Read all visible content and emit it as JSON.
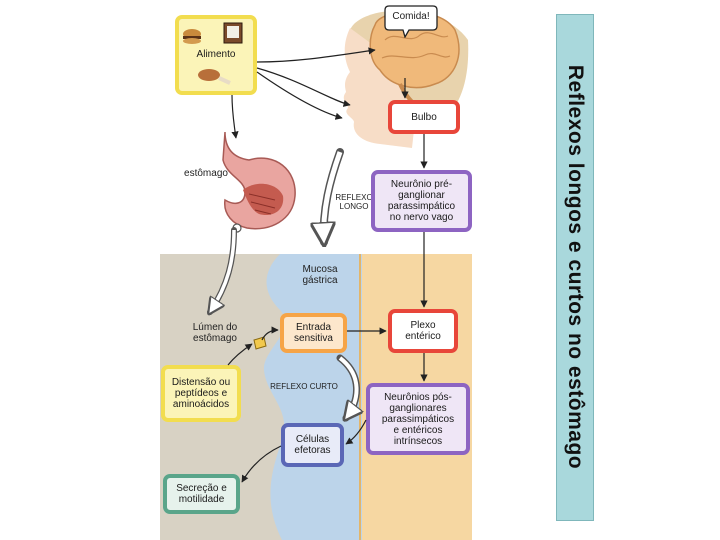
{
  "title": "Reflexos longos e curtos no estômago",
  "labels": {
    "food": "Alimento",
    "speech": "Comida!",
    "stomach": "estômago",
    "long_reflex": "REFLEXO\nLONGO",
    "short_reflex": "REFLEXO CURTO",
    "mucosa": "Mucosa\ngástrica",
    "lumen": "Lúmen do\nestômago"
  },
  "boxes": {
    "bulb": "Bulbo",
    "preganglionic": "Neurônio pré-\nganglionar\nparassimpático\nno nervo vago",
    "plexus": "Plexo\nentérico",
    "postganglionic": "Neurônios pós-\nganglionares\nparassimpáticos\ne entéricos\nintrínsecos",
    "sensory": "Entrada\nsensitiva",
    "stimuli": "Distensão ou\npeptídeos e\naminoácidos",
    "effectors": "Células\nefetoras",
    "secretion": "Secreção e\nmotilidade"
  },
  "colors": {
    "panel": "#a9d8dc",
    "lumen": "#d8d2c4",
    "mucosa": "#bcd4ea",
    "tissue": "#f6d7a2",
    "yellow": "#f2dd4f",
    "red": "#e8463a",
    "purple": "#8d64c2",
    "orange": "#f6a447",
    "blue": "#5a67b6",
    "green": "#5aa58a"
  }
}
